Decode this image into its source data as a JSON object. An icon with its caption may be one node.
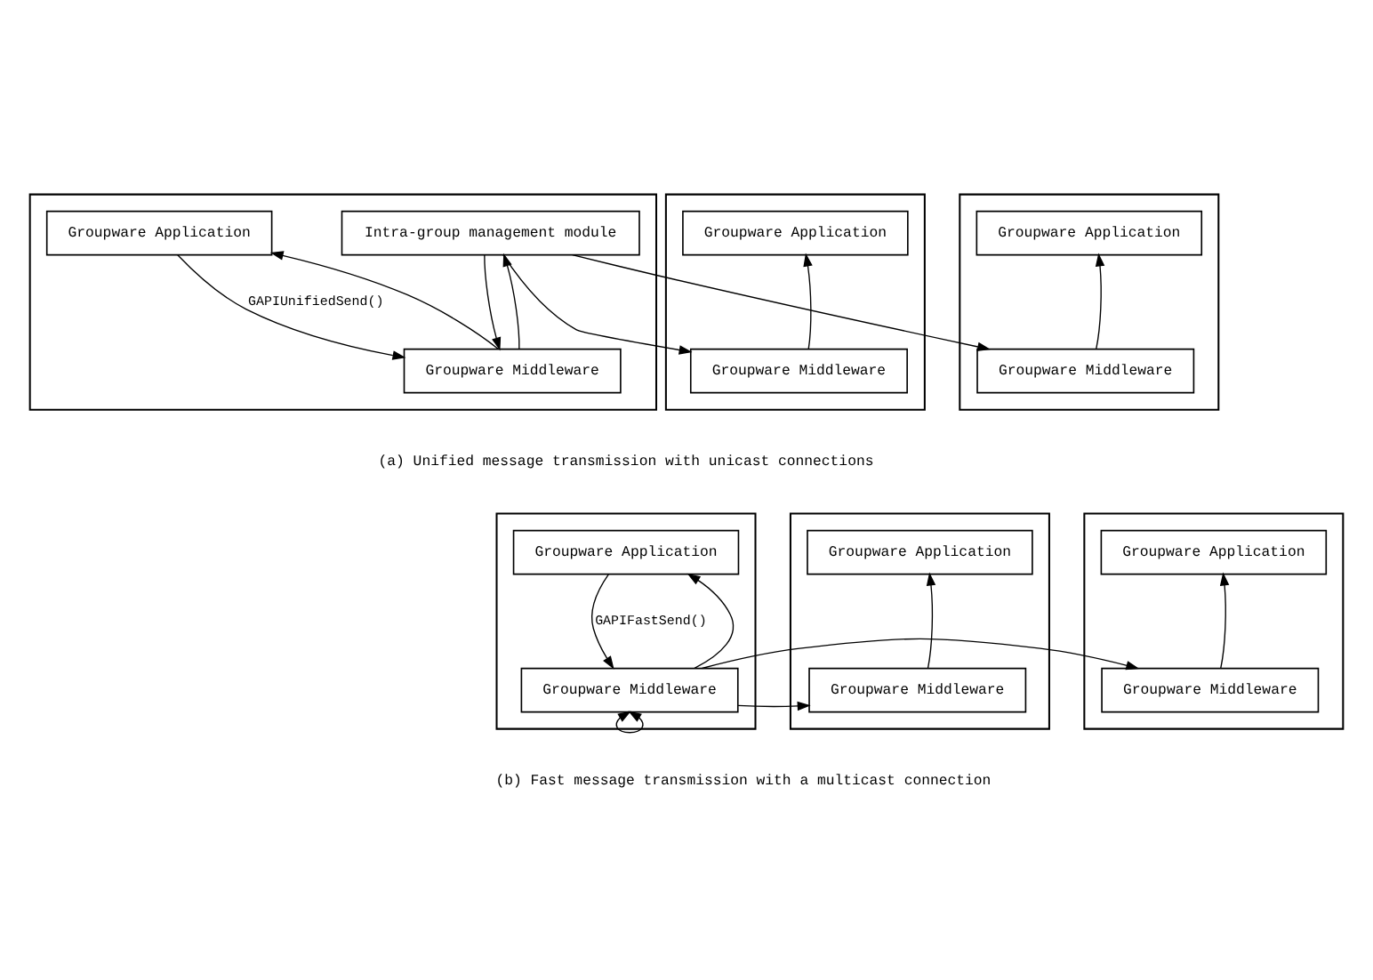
{
  "diagram": {
    "nodes": [
      {
        "text": [],
        "shape": "box"
      },
      {
        "text": [
          "Groupware Application"
        ],
        "in": 0
      },
      {
        "text": [
          "Intra-group management module"
        ],
        "in": 0
      },
      {
        "text": [
          "Groupware Middleware"
        ],
        "in": 0
      },
      {
        "text": [],
        "shape": "box"
      },
      {
        "text": [
          "Groupware Application"
        ],
        "in": 4
      },
      {
        "text": [
          "Groupware Middleware"
        ],
        "in": 4
      },
      {
        "text": [],
        "shape": "box"
      },
      {
        "text": [
          "Groupware Application"
        ],
        "in": 7
      },
      {
        "text": [
          "Groupware Middleware"
        ],
        "in": 7
      },
      {
        "text": [],
        "shape": "box"
      },
      {
        "text": [
          "Groupware Application"
        ],
        "in": 10
      },
      {
        "text": [
          "Groupware Middleware"
        ],
        "in": 10
      },
      {
        "text": [],
        "shape": "box"
      },
      {
        "text": [
          "Groupware Application"
        ],
        "in": 13
      },
      {
        "text": [
          "Groupware Middleware"
        ],
        "in": 13
      },
      {
        "text": [],
        "shape": "box"
      },
      {
        "text": [
          "Groupware Application"
        ],
        "in": 16
      },
      {
        "text": [
          "Groupware Middleware"
        ],
        "in": 16
      }
    ],
    "edges": [
      {
        "from": 1,
        "to": 3,
        "arrow": "to",
        "label": "GAPIUnifiedSend()"
      },
      {
        "from": 3,
        "to": 1,
        "arrow": "to"
      },
      {
        "from": 3,
        "to": 2,
        "arrow": "to"
      },
      {
        "from": 2,
        "to": 3,
        "arrow": "to"
      },
      {
        "from": 2,
        "to": 6,
        "arrow": "to"
      },
      {
        "from": 2,
        "to": 9,
        "arrow": "to"
      },
      {
        "from": 6,
        "to": 5,
        "arrow": "to"
      },
      {
        "from": 9,
        "to": 8,
        "arrow": "to"
      },
      {
        "from": 11,
        "to": 12,
        "arrow": "to",
        "label": "GAPIFastSend()"
      },
      {
        "from": 12,
        "to": 11,
        "arrow": "to"
      },
      {
        "from": 12,
        "to": 12,
        "arrow": "both"
      },
      {
        "from": 12,
        "to": 15,
        "arrow": "to"
      },
      {
        "from": 12,
        "to": 18,
        "arrow": "to"
      },
      {
        "from": 15,
        "to": 14,
        "arrow": "to"
      },
      {
        "from": 18,
        "to": 17,
        "arrow": "to"
      }
    ],
    "labels": [
      "(a) Unified message transmission with unicast connections",
      "(b) Fast message transmission with a multicast connection"
    ]
  }
}
